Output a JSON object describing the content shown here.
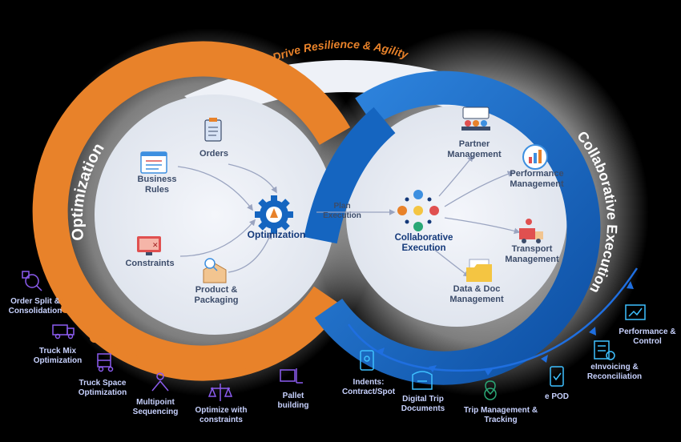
{
  "top_arc_label": "Drive Resilience & Agility",
  "left_loop_label": "Optimization",
  "right_loop_label": "Collaborative Execution",
  "plan_execution_label": "Plan Execution",
  "left_loop": {
    "center": "Optimization",
    "inputs": {
      "orders": "Orders",
      "business_rules": "Business Rules",
      "constraints": "Constraints",
      "product_packaging": "Product & Packaging"
    }
  },
  "right_loop": {
    "center": "Collaborative Execution",
    "outputs": {
      "partner": "Partner Management",
      "performance": "Performance Management",
      "transport": "Transport Management",
      "data_doc": "Data & Doc Management"
    }
  },
  "timeline_left": [
    {
      "label": "Order Split & Consolidation",
      "icon": "order-split-icon"
    },
    {
      "label": "Truck Mix Optimization",
      "icon": "truck-mix-icon"
    },
    {
      "label": "Truck Space Optimization",
      "icon": "truck-space-icon"
    },
    {
      "label": "Multipoint Sequencing",
      "icon": "multipoint-icon"
    },
    {
      "label": "Optimize with constraints",
      "icon": "constraints-scale-icon"
    },
    {
      "label": "Pallet building",
      "icon": "pallet-icon"
    }
  ],
  "timeline_right": [
    {
      "label": "Indents: Contract/Spot",
      "icon": "indent-icon"
    },
    {
      "label": "Digital Trip Documents",
      "icon": "trip-documents-icon"
    },
    {
      "label": "Trip Management & Tracking",
      "icon": "tracking-icon"
    },
    {
      "label": "e POD",
      "icon": "epod-icon"
    },
    {
      "label": "eInvoicing & Reconciliation",
      "icon": "einvoice-icon"
    },
    {
      "label": "Performance & Control",
      "icon": "performance-control-icon"
    }
  ],
  "colors": {
    "orange": "#e8822a",
    "blue": "#1565c0",
    "light_blue": "#3d8fe0",
    "navy": "#14397a",
    "timeline_text": "#c8d2ff"
  }
}
